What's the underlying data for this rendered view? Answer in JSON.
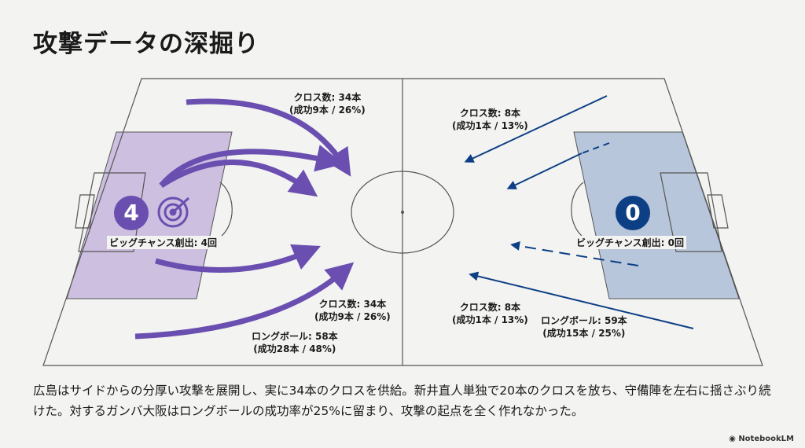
{
  "title": "攻撃データの深掘り",
  "colors": {
    "home": "#6a4fb0",
    "home_box": "#cdbfe0",
    "away": "#0d3f85",
    "away_box": "#b7c6da"
  },
  "home": {
    "big_chance_count": "4",
    "big_chance_label": "ビッグチャンス創出: 4回",
    "cross_top": {
      "line1": "クロス数: 34本",
      "line2": "(成功9本 / 26%)"
    },
    "cross_bottom": {
      "line1": "クロス数: 34本",
      "line2": "(成功9本 / 26%)"
    },
    "long_ball": {
      "line1": "ロングボール: 58本",
      "line2": "(成功28本 / 48%)"
    }
  },
  "away": {
    "big_chance_count": "0",
    "big_chance_label": "ビッグチャンス創出: 0回",
    "cross_top": {
      "line1": "クロス数: 8本",
      "line2": "(成功1本 / 13%)"
    },
    "cross_bottom": {
      "line1": "クロス数: 8本",
      "line2": "(成功1本 / 13%)"
    },
    "long_ball": {
      "line1": "ロングボール: 59本",
      "line2": "(成功15本 / 25%)"
    }
  },
  "summary": "広島はサイドからの分厚い攻撃を展開し、実に34本のクロスを供給。新井直人単独で20本のクロスを放ち、守備陣を左右に揺さぶり続けた。対するガンバ大阪はロングボールの成功率が25%に留まり、攻撃の起点を全く作れなかった。",
  "brand": "NotebookLM"
}
